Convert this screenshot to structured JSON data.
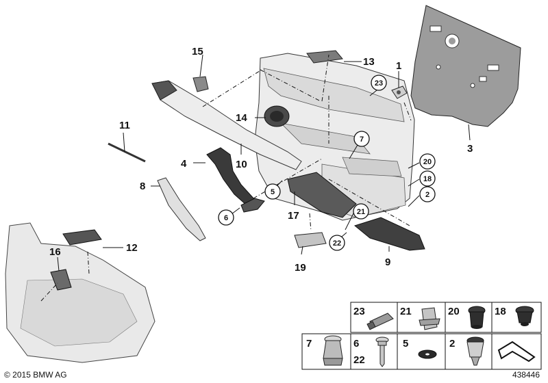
{
  "callouts": {
    "c1": "1",
    "c2": "2",
    "c3": "3",
    "c4": "4",
    "c5": "5",
    "c6": "6",
    "c7": "7",
    "c8": "8",
    "c9": "9",
    "c10": "10",
    "c11": "11",
    "c12": "12",
    "c13": "13",
    "c14": "14",
    "c15": "15",
    "c16": "16",
    "c17": "17",
    "c18": "18",
    "c19": "19",
    "c20": "20",
    "c21": "21",
    "c22": "22",
    "c23": "23"
  },
  "legend": {
    "cells": [
      "23",
      "21",
      "20",
      "18",
      "7",
      "6",
      "22",
      "5",
      "2"
    ]
  },
  "footer": {
    "copyright": "© 2015 BMW AG",
    "diagram_number": "438446"
  },
  "colors": {
    "line": "#111111",
    "panel_light": "#e6e6e6",
    "panel_mid": "#c8c8c8",
    "insulation": "#9a9a9a",
    "dark_part": "#3c3c3c"
  }
}
